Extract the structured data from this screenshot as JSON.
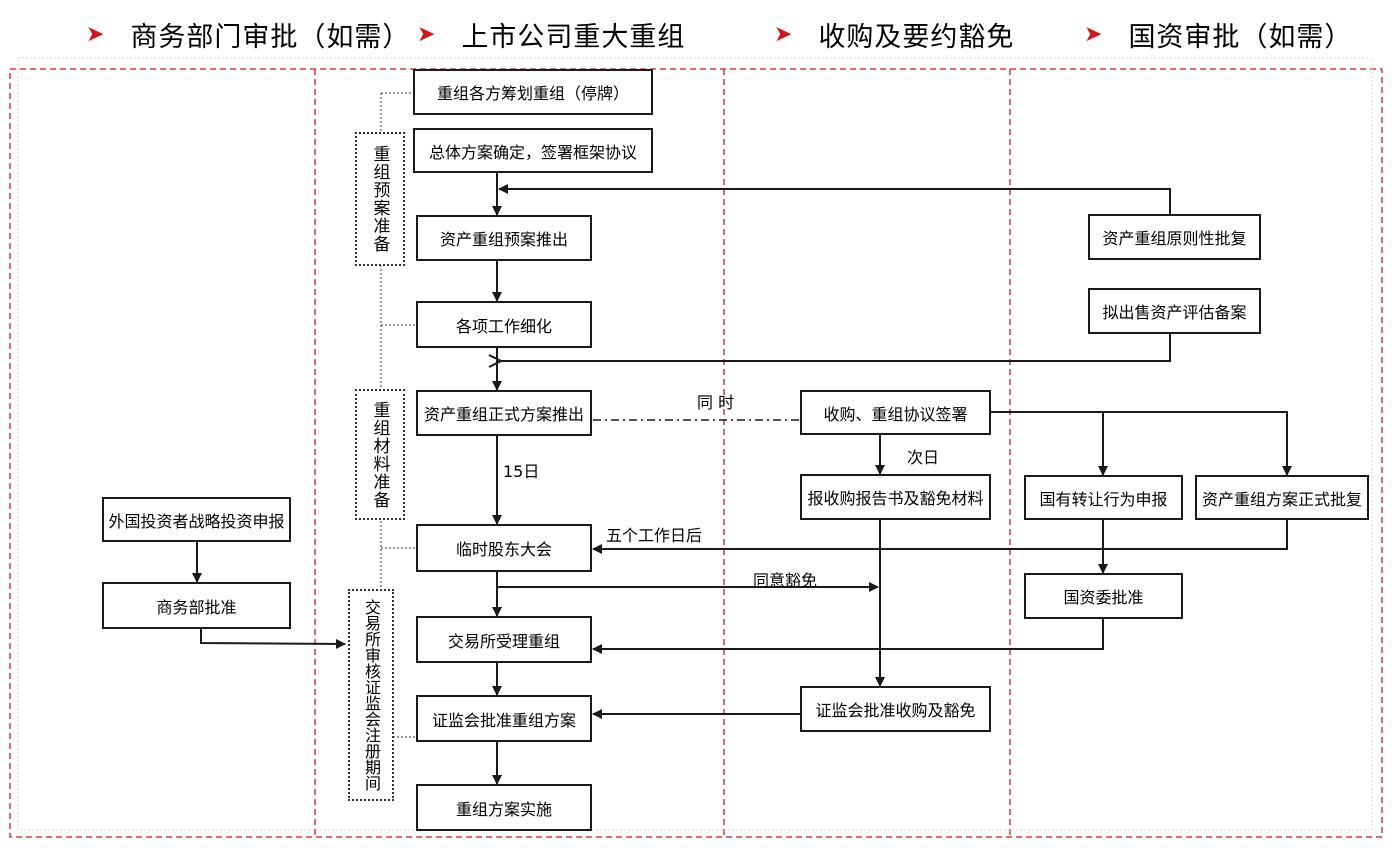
{
  "headers": [
    {
      "text": "商务部门审批（如需）"
    },
    {
      "text": "上市公司重大重组"
    },
    {
      "text": "收购及要约豁免"
    },
    {
      "text": "国资审批（如需）"
    }
  ],
  "nodes": {
    "plan_start": "重组各方筹划重组（停牌）",
    "framework": "总体方案确定，签署框架协议",
    "prelim_plan": "资产重组预案推出",
    "work_detail": "各项工作细化",
    "formal_plan": "资产重组正式方案推出",
    "egm": "临时股东大会",
    "exchange_accept": "交易所受理重组",
    "csrc_approve_plan": "证监会批准重组方案",
    "implement": "重组方案实施",
    "foreign_invest": "外国投资者战略投资申报",
    "mofcom_approve": "商务部批准",
    "acq_agreement": "收购、重组协议签署",
    "report_exempt": "报收购报告书及豁免材料",
    "csrc_approve_acq": "证监会批准收购及豁免",
    "sasac_principle": "资产重组原则性批复",
    "asset_eval": "拟出售资产评估备案",
    "state_transfer": "国有转让行为申报",
    "formal_approval": "资产重组方案正式批复",
    "sasac_approve": "国资委批准"
  },
  "phases": {
    "prep": "重组预案准备",
    "material": "重组材料准备",
    "review": "交易所审核证监会注册期间"
  },
  "edge_labels": {
    "simultaneous": "同 时",
    "days15": "15日",
    "next_day": "次日",
    "five_days": "五个工作日后",
    "agree_exempt": "同意豁免"
  },
  "colors": {
    "accent": "#d0181f",
    "line": "#1a1a1a"
  }
}
